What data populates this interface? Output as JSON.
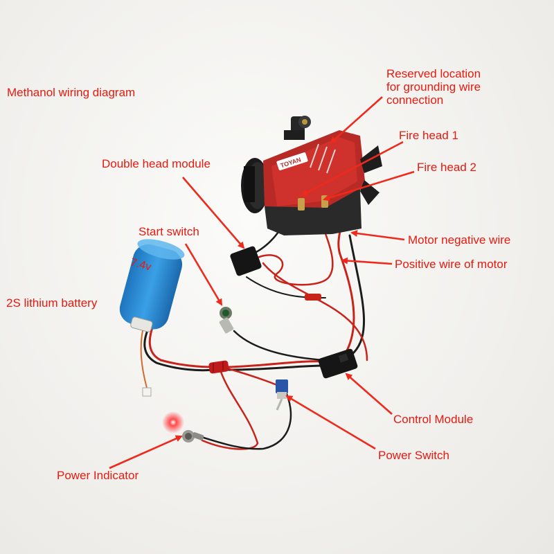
{
  "title": "Methanol wiring diagram",
  "battery_print": "7.4v",
  "engine_brand": "TOYAN",
  "colors": {
    "label": "#e8190f",
    "arrow": "#ee2a1c",
    "wire_red": "#c8231b",
    "wire_black": "#1c1c1c",
    "battery": "#2d8fd6"
  },
  "labels": {
    "reserved_grounding": "Reserved location\nfor grounding wire\nconnection",
    "fire_head_1": "Fire head 1",
    "fire_head_2": "Fire head 2",
    "double_head_module": "Double head module",
    "motor_negative_wire": "Motor negative wire",
    "positive_wire_of_motor": "Positive wire of motor",
    "start_switch": "Start switch",
    "battery_2s": "2S lithium battery",
    "control_module": "Control Module",
    "power_switch": "Power Switch",
    "power_indicator": "Power Indicator"
  }
}
